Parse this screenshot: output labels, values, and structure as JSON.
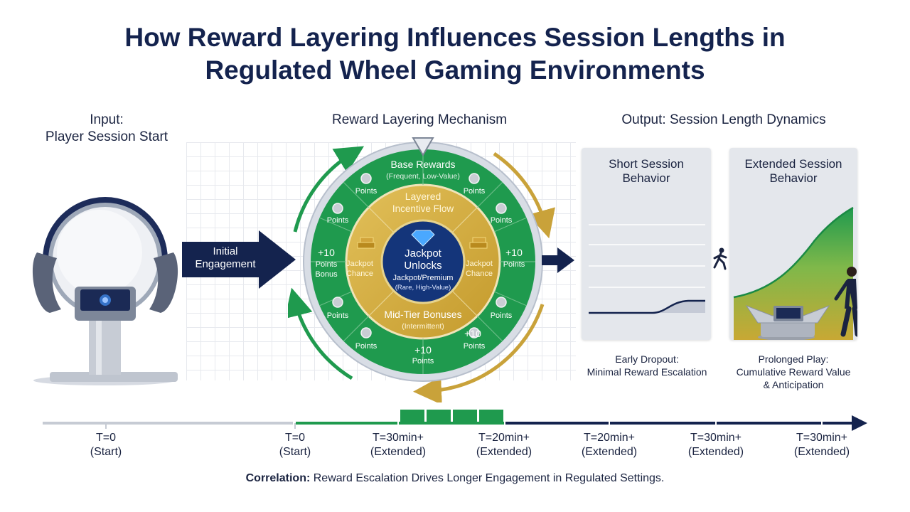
{
  "title": {
    "line1": "How Reward Layering Influences Session Lengths in",
    "line2": "Regulated Wheel Gaming Environments"
  },
  "input": {
    "heading_line1": "Input:",
    "heading_line2": "Player Session Start"
  },
  "mechanism": {
    "heading": "Reward Layering Mechanism"
  },
  "output": {
    "heading": "Output: Session Length Dynamics"
  },
  "initial_engagement": {
    "line1": "Initial",
    "line2": "Engagement"
  },
  "wheel": {
    "outer_title": "Base Rewards",
    "outer_subtitle": "(Frequent, Low-Value)",
    "middle_title_line1": "Layered",
    "middle_title_line2": "Incentive Flow",
    "mid_tier_title": "Mid-Tier Bonuses",
    "mid_tier_subtitle": "(Intermittent)",
    "center_line1": "Jackpot",
    "center_line2": "Unlocks",
    "center_line3": "Jackpot/Premium",
    "center_line4": "(Rare, High-Value)",
    "jackpot_chance_line1": "Jackpot",
    "jackpot_chance_line2": "Chance",
    "points_label": "Points",
    "plus10": "+10",
    "points_bonus_line1": "Points",
    "points_bonus_line2": "Bonus"
  },
  "short_session": {
    "title_line1": "Short Session",
    "title_line2": "Behavior",
    "caption_line1": "Early Dropout:",
    "caption_line2": "Minimal Reward Escalation"
  },
  "extended_session": {
    "title_line1": "Extended Session",
    "title_line2": "Behavior",
    "caption_line1": "Prolonged Play:",
    "caption_line2": "Cumulative Reward Value",
    "caption_line3": "& Anticipation"
  },
  "timeline": [
    {
      "time": "T=0",
      "note": "(Start)"
    },
    {
      "time": "T=0",
      "note": "(Start)"
    },
    {
      "time": "T=30min+",
      "note": "(Extended)"
    },
    {
      "time": "T=20min+",
      "note": "(Extended)"
    },
    {
      "time": "T=20min+",
      "note": "(Extended)"
    },
    {
      "time": "T=30min+",
      "note": "(Extended)"
    },
    {
      "time": "T=30min+",
      "note": "(Extended)"
    }
  ],
  "footer": {
    "bold": "Correlation:",
    "text": " Reward Escalation Drives Longer Engagement in Regulated Settings."
  },
  "colors": {
    "navy": "#14234e",
    "green": "#1f9a4e",
    "gold": "#c9a23a",
    "panel": "#e4e7ec"
  }
}
